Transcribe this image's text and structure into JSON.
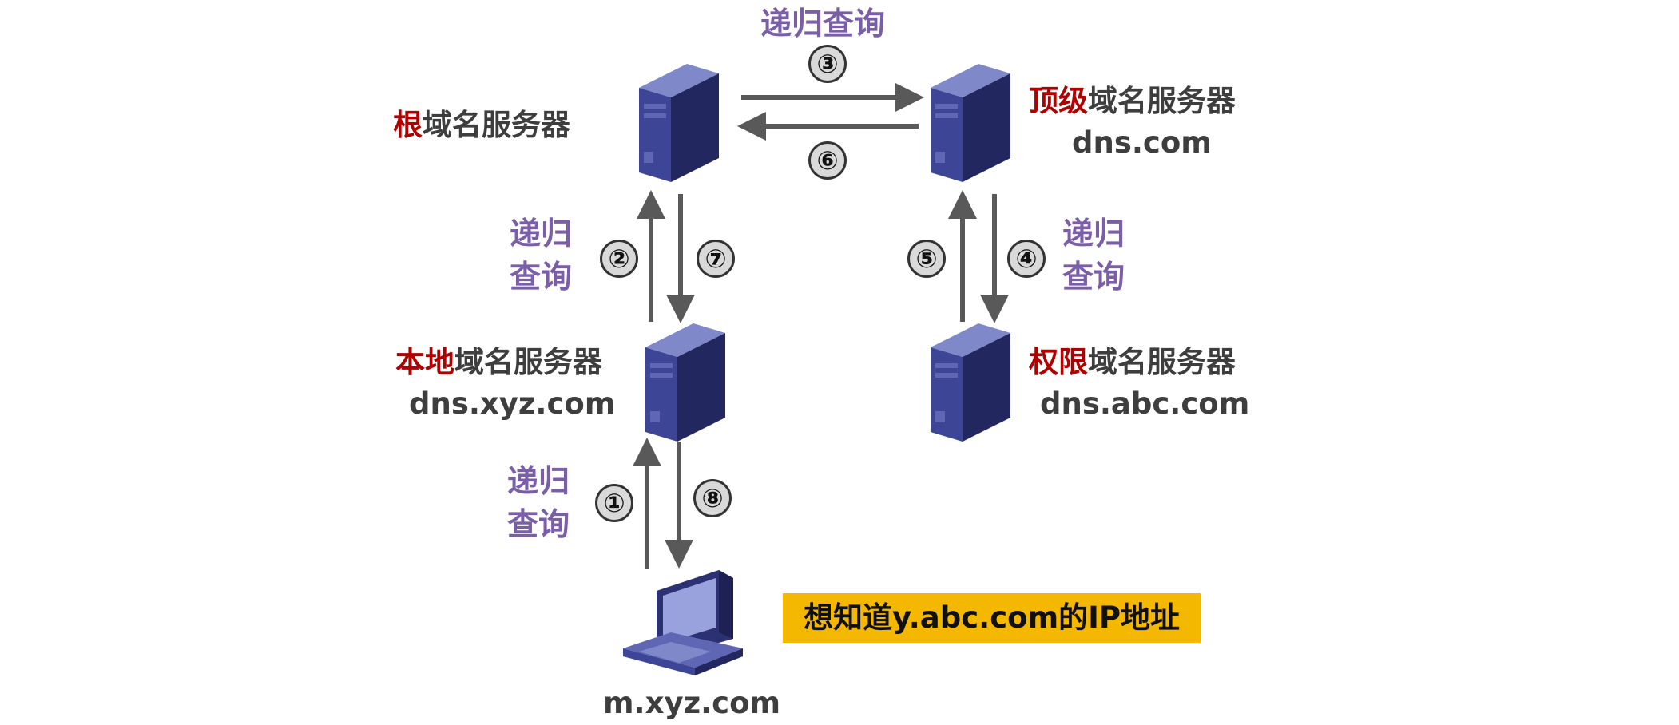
{
  "root": {
    "prefix": "根",
    "rest": "域名服务器"
  },
  "tld": {
    "prefix": "顶级",
    "rest": "域名服务器",
    "domain": "dns.com"
  },
  "local": {
    "prefix": "本地",
    "rest": "域名服务器",
    "domain": "dns.xyz.com"
  },
  "auth": {
    "prefix": "权限",
    "rest": "域名服务器",
    "domain": "dns.abc.com"
  },
  "client": {
    "domain": "m.xyz.com"
  },
  "top_query": "递归查询",
  "query_top": "递归",
  "query_bottom": "查询",
  "steps": [
    "①",
    "②",
    "③",
    "④",
    "⑤",
    "⑥",
    "⑦",
    "⑧"
  ],
  "note": "想知道y.abc.com的IP地址",
  "colors": {
    "highlight": "#b00000",
    "query": "#7a5ea8",
    "note_bg": "#f5b800",
    "arrow": "#595959"
  },
  "icons": [
    "server-icon",
    "computer-icon"
  ]
}
